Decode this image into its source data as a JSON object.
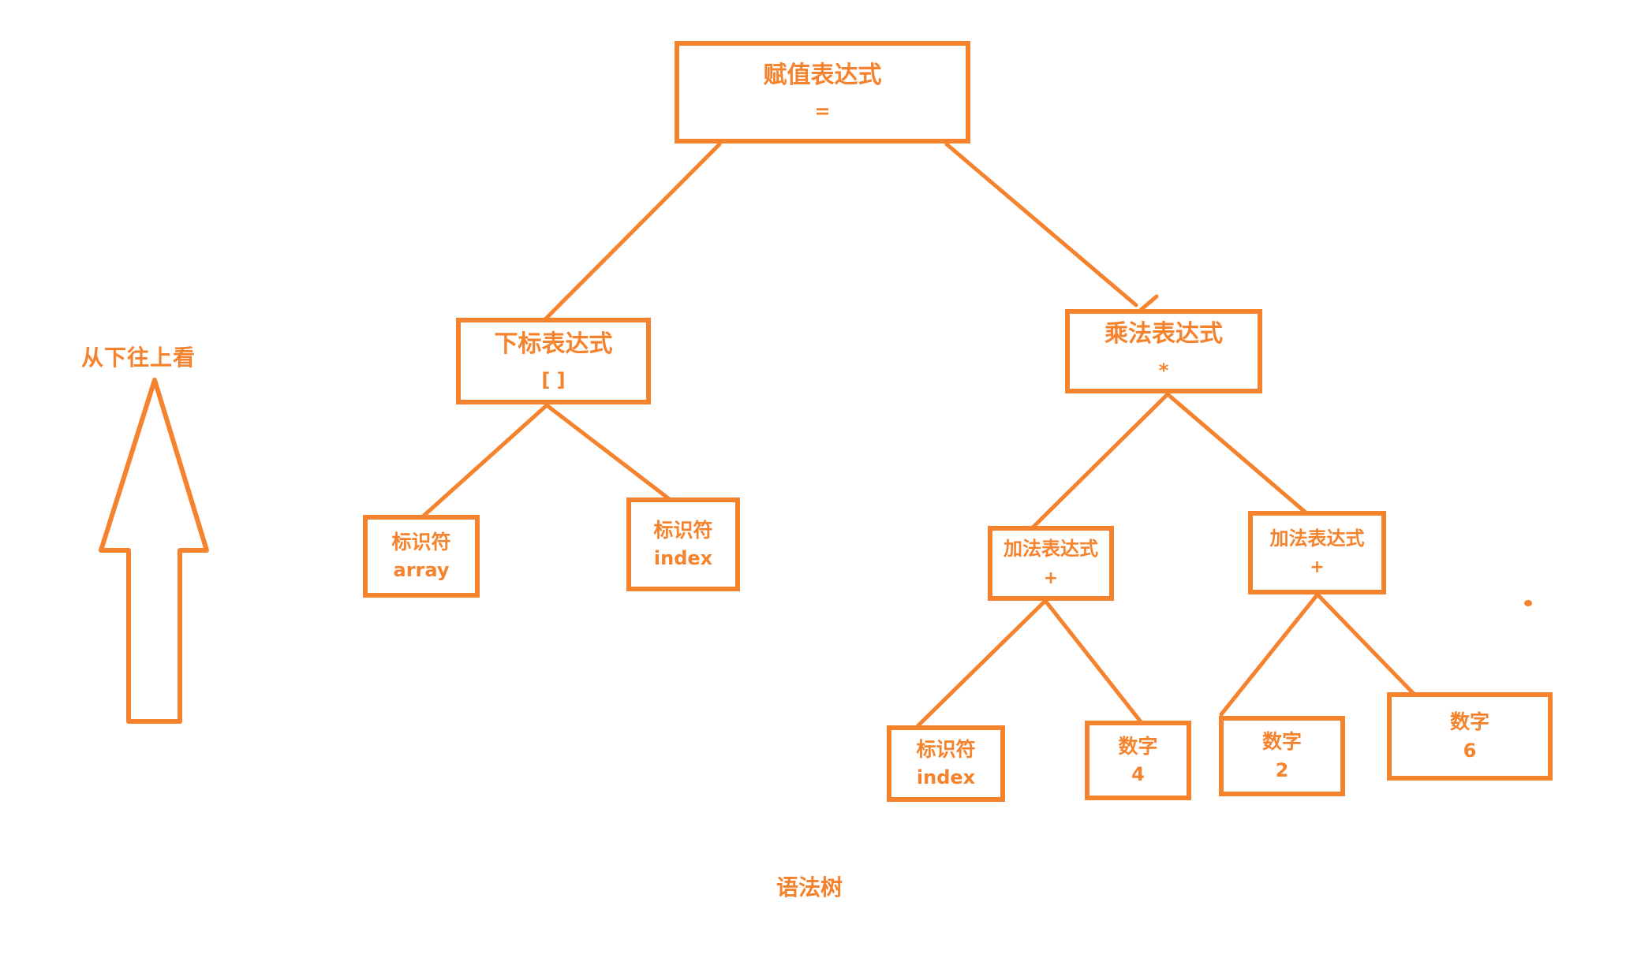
{
  "diagram": {
    "accent_color": "#F5822D",
    "side_label": "从下往上看",
    "caption": "语法树",
    "nodes": [
      {
        "id": "assignment",
        "title": "赋值表达式",
        "operator": "="
      },
      {
        "id": "subscript",
        "title": "下标表达式",
        "operator": "[ ]"
      },
      {
        "id": "multiply",
        "title": "乘法表达式",
        "operator": "*"
      },
      {
        "id": "identifier-array",
        "title": "标识符",
        "operator": "array"
      },
      {
        "id": "identifier-index",
        "title": "标识符",
        "operator": "index"
      },
      {
        "id": "add-left",
        "title": "加法表达式",
        "operator": "+"
      },
      {
        "id": "add-right",
        "title": "加法表达式",
        "operator": "+"
      },
      {
        "id": "identifier-index-2",
        "title": "标识符",
        "operator": "index"
      },
      {
        "id": "number-4",
        "title": "数字",
        "operator": "4"
      },
      {
        "id": "number-2",
        "title": "数字",
        "operator": "2"
      },
      {
        "id": "number-6",
        "title": "数字",
        "operator": "6"
      }
    ],
    "edges": [
      {
        "from": "assignment",
        "to": "subscript"
      },
      {
        "from": "assignment",
        "to": "multiply"
      },
      {
        "from": "subscript",
        "to": "identifier-array"
      },
      {
        "from": "subscript",
        "to": "identifier-index"
      },
      {
        "from": "multiply",
        "to": "add-left"
      },
      {
        "from": "multiply",
        "to": "add-right"
      },
      {
        "from": "add-left",
        "to": "identifier-index-2"
      },
      {
        "from": "add-left",
        "to": "number-4"
      },
      {
        "from": "add-right",
        "to": "number-2"
      },
      {
        "from": "add-right",
        "to": "number-6"
      }
    ]
  }
}
